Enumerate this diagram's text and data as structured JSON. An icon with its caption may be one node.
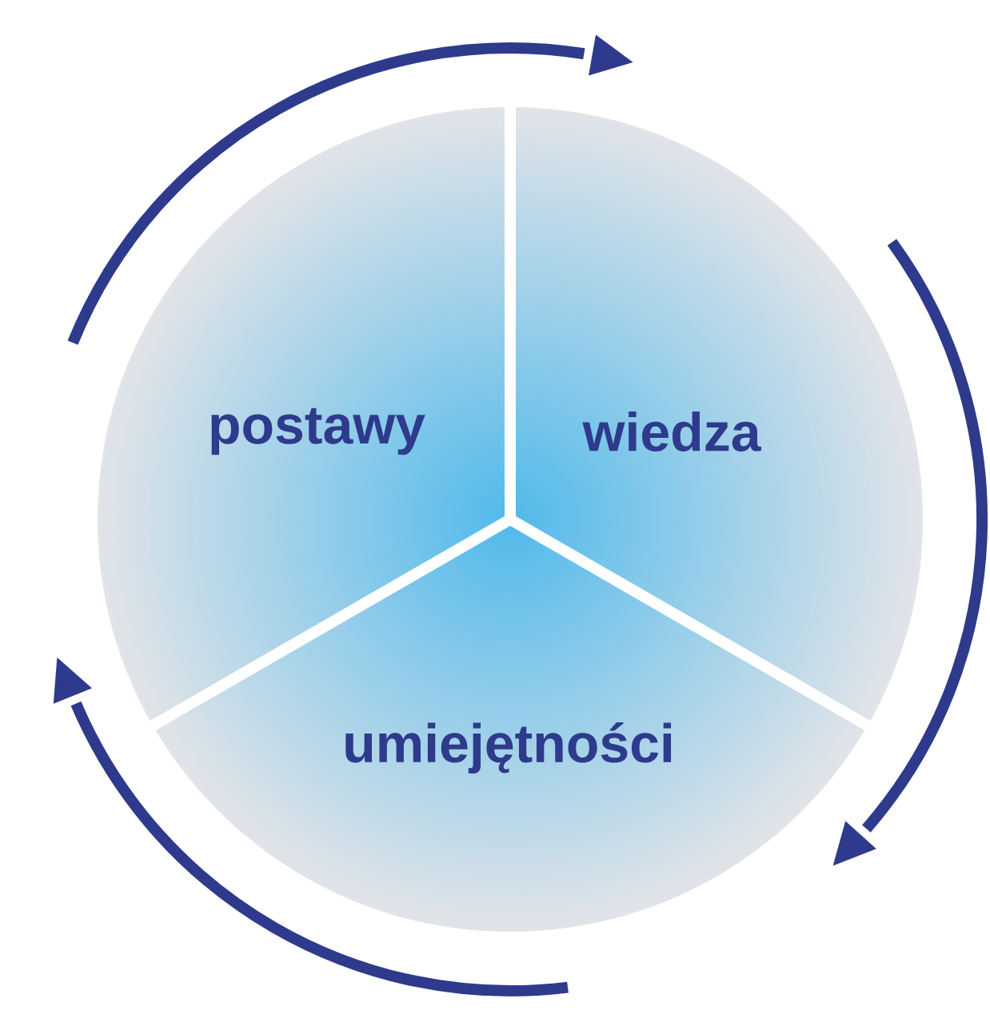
{
  "diagram": {
    "nodes": [
      {
        "text": [
          "postawy"
        ]
      },
      {
        "text": [
          "wiedza"
        ]
      },
      {
        "text": [
          "umiejętności"
        ]
      }
    ]
  }
}
